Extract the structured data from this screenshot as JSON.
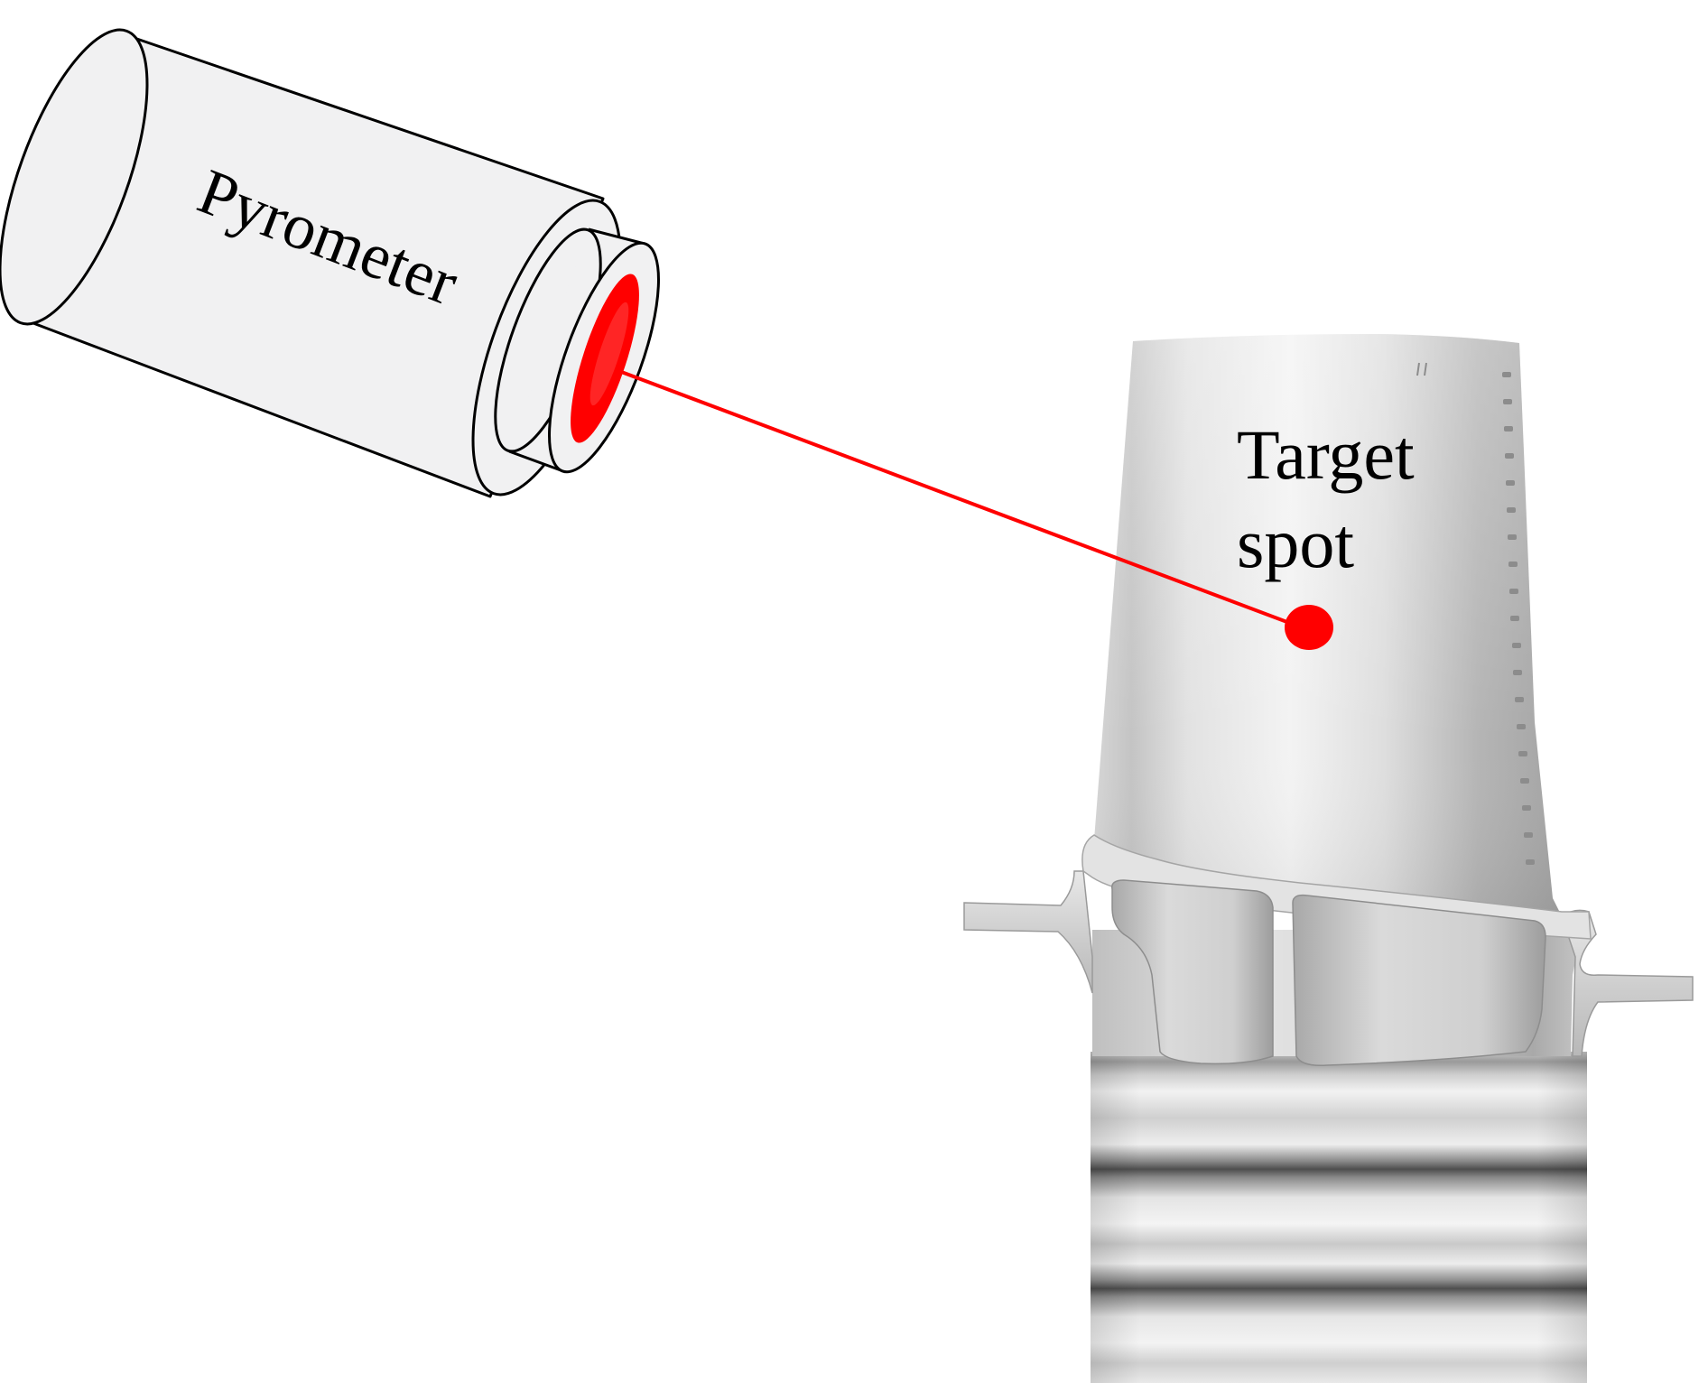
{
  "labels": {
    "pyrometer": "Pyrometer",
    "target_line1": "Target",
    "target_line2": "spot"
  },
  "colors": {
    "laser": "#ff0000",
    "outline": "#000000",
    "pyrometer_body": "#f1f1f2",
    "blade_base": "#c9c9c9",
    "background": "#ffffff"
  }
}
